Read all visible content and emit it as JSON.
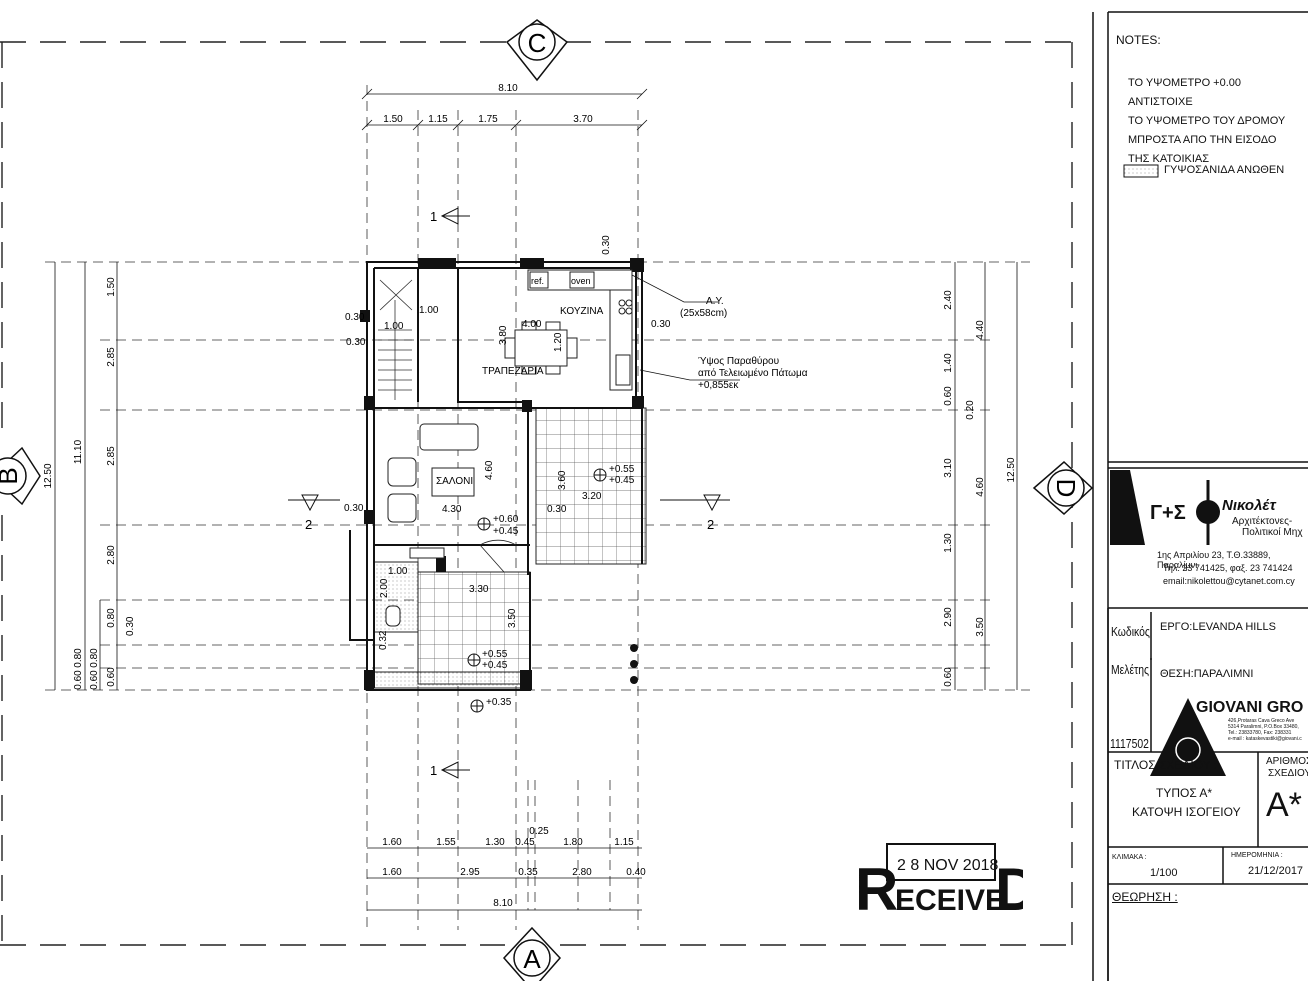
{
  "grid_marks": {
    "top": "C",
    "bottom": "A",
    "left": "B",
    "right": "D"
  },
  "dims_top": {
    "total": "8.10",
    "parts": [
      "1.50",
      "1.15",
      "1.75",
      "3.70"
    ],
    "top_small": "0.30"
  },
  "dims_bottom": {
    "row1": [
      "1.60",
      "1.55",
      "1.30",
      "0.45",
      "1.80",
      "1.15"
    ],
    "row1_extra": "0.25",
    "row2": [
      "1.60",
      "2.95",
      "0.35",
      "2.80",
      "0.40"
    ],
    "total": "8.10"
  },
  "dims_left": {
    "outer": "12.50",
    "mid": "11.10",
    "inner": [
      "1.50",
      "2.85",
      "2.85",
      "2.80",
      "0.80",
      "0.60"
    ],
    "inner2": [
      "0.80",
      "0.60"
    ],
    "extra": [
      "0.60",
      "0.80"
    ]
  },
  "dims_right": {
    "col1": [
      "2.40",
      "1.40",
      "0.60",
      "3.10",
      "1.30",
      "2.90",
      "0.60"
    ],
    "col1b": "0.20",
    "col2": [
      "4.40",
      "4.60",
      "3.50"
    ],
    "outer": "12.50"
  },
  "rooms": {
    "kitchen": "ΚΟΥΖΙΝΑ",
    "dining": "ΤΡΑΠΕΖΑΡΙΑ",
    "living": "ΣΑΛΟΝΙ"
  },
  "plan_labels": {
    "ref": "ref.",
    "oven": "oven",
    "ay": "A.Y.",
    "ay_size": "(25x58cm)",
    "window1": "Ύψος Παραθύρου",
    "window2": "από Τελειωμένο Πάτωμα",
    "window3": "+0,855εκ",
    "d_100a": "1.00",
    "d_100b": "1.00",
    "d_030a": "0.30",
    "d_030b": "0.30",
    "d_030c": "0.30",
    "d_400": "4.00",
    "d_380": "3.80",
    "d_120": "1.20",
    "d_460": "4.60",
    "d_430": "4.30",
    "d_330": "3.30",
    "d_350": "3.50",
    "d_320": "3.20",
    "d_360": "3.60",
    "d_200": "2.00",
    "d_100c": "1.00",
    "d_030d": "0.30",
    "d_030e": "0.30",
    "d_030f": "0.30",
    "d_032": "0.32",
    "lvl1a": "+0.55",
    "lvl1b": "+0.45",
    "lvl2a": "+0.60",
    "lvl2b": "+0.45",
    "lvl3a": "+0.55",
    "lvl3b": "+0.45",
    "lvl4": "+0.35",
    "sec1": "1",
    "sec1b": "1",
    "sec2": "2",
    "sec2b": "2"
  },
  "notes": {
    "title": "NOTES:",
    "lines": [
      "ΤΟ ΥΨΟΜΕΤΡΟ +0.00 ΑΝΤΙΣΤΟΙΧΕ",
      "ΤΟ ΥΨΟΜΕΤΡΟ ΤΟΥ ΔΡΟΜΟΥ",
      "ΜΠΡΟΣΤΑ ΑΠΟ ΤΗΝ ΕΙΣΟΔΟ",
      "ΤΗΣ ΚΑΤΟΙΚΙΑΣ"
    ],
    "legend": "ΓΥΨΟΣΑΝΙΔΑ ΑΝΩΘΕΝ"
  },
  "firm": {
    "logo_text": "Γ+Σ",
    "name": "Νικολέτ",
    "sub1": "Αρχιτέκτονες-",
    "sub2": "Πολιτικοί Μηχ",
    "addr": "1ης Απριλίου 23, Τ.Θ.33889, Παραλίμνι",
    "phone": "Τηλ. 23 741425, φαξ. 23 741424",
    "email": "email:nikolettou@cytanet.com.cy"
  },
  "project": {
    "code_label1": "Κωδικός",
    "code_label2": "Μελέτης",
    "code": "1117502",
    "name": "ΕΡΓΟ:LEVANDA HILLS",
    "location": "ΘΕΣΗ:ΠΑΡΑΛΙΜΝΙ",
    "client": "GIOVANI GRO",
    "client_small1": "426,Protaras Cava Greco Ave",
    "client_small2": "5314 Paralimni, P.O.Box 33480,",
    "client_small3": "Tel.: 23833780, Fax: 238331",
    "client_small4": "e-mail : kataskevastiki@giovani.c"
  },
  "drawing": {
    "title_label": "ΤΙΤΛΟΣ ΣΧΕΔΙΟΥ :",
    "title1": "ΤΥΠΟΣ Α*",
    "title2": "ΚΑΤΟΨΗ ΙΣΟΓΕΙΟΥ",
    "num_label1": "ΑΡΙΘΜΟΣ",
    "num_label2": "ΣΧΕΔΙΟΥ",
    "num": "A*",
    "scale_label": "ΚΛΙΜΑΚΑ :",
    "scale": "1/100",
    "date_label": "ΗΜΕΡΟΜΗΝΙΑ :",
    "date": "21/12/2017",
    "review_label": "ΘΕΩΡΗΣΗ :"
  },
  "stamp": {
    "date": "2 8 NOV 2018",
    "word_r": "R",
    "word_mid": "ECEIVE",
    "word_d": "D"
  }
}
